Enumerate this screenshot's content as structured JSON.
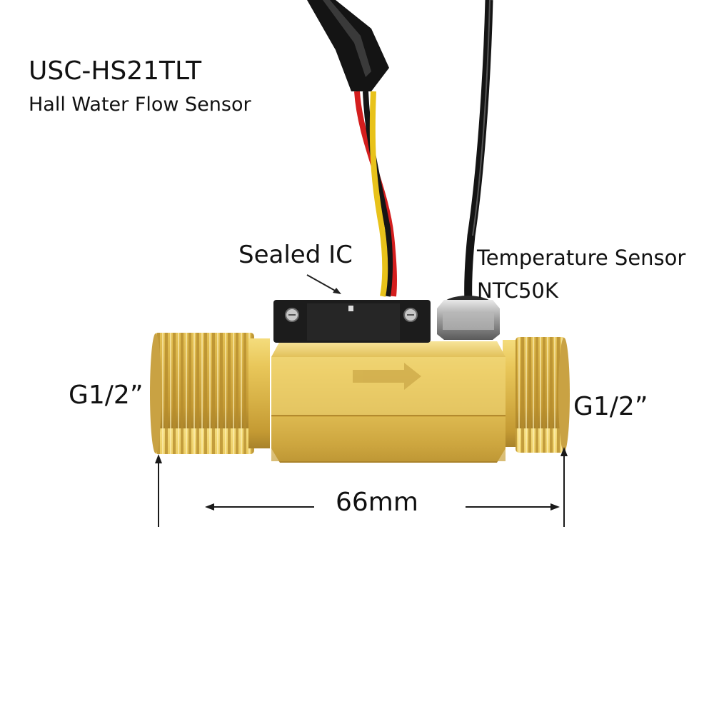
{
  "title": {
    "model": "USC-HS21TLT",
    "description": "Hall Water Flow Sensor"
  },
  "callouts": {
    "sealed_ic": "Sealed IC",
    "temperature_sensor": "Temperature Sensor",
    "ntc_model": "NTC50K"
  },
  "dimensions": {
    "thread_left": "G1/2”",
    "thread_right": "G1/2”",
    "length": "66mm"
  },
  "colors": {
    "brass": "#d9b54a",
    "brass_dark": "#a8822a",
    "wire_black": "#141414",
    "wire_red": "#d41e1e",
    "wire_yellow": "#e8c21a",
    "ic_housing": "#1c1c1c"
  }
}
